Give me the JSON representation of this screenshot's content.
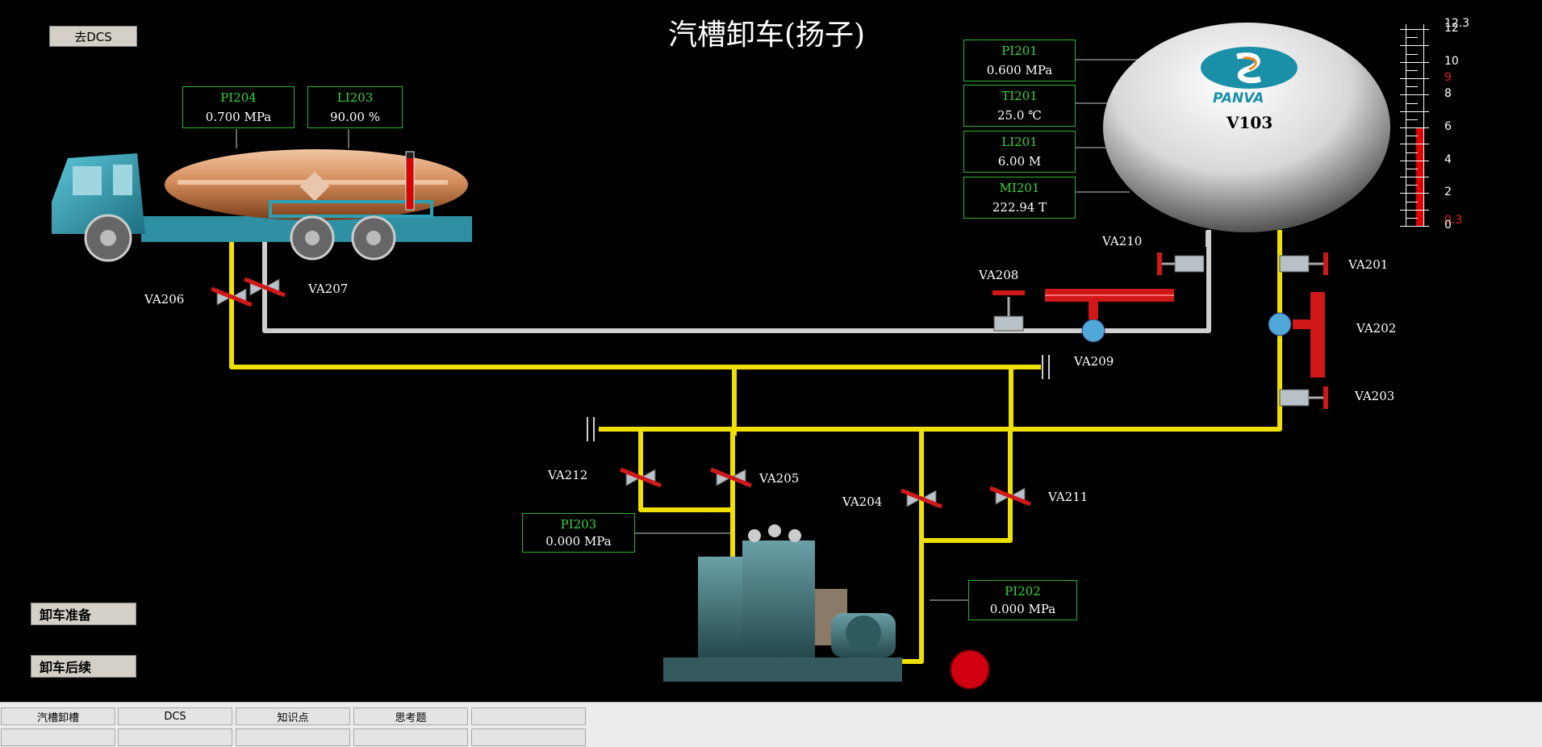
{
  "title": "汽槽卸车(扬子)",
  "buttons": {
    "go_dcs": "去DCS",
    "prepare": "卸车准备",
    "followup": "卸车后续"
  },
  "instruments": {
    "PI204": {
      "tag": "PI204",
      "value": "0.700  MPa"
    },
    "LI203": {
      "tag": "LI203",
      "value": "90.00 %"
    },
    "PI201": {
      "tag": "PI201",
      "value": "0.600 MPa"
    },
    "TI201": {
      "tag": "TI201",
      "value": "25.0  ℃"
    },
    "LI201": {
      "tag": "LI201",
      "value": "6.00   M"
    },
    "MI201": {
      "tag": "MI201",
      "value": "222.94  T"
    },
    "PI203": {
      "tag": "PI203",
      "value": "0.000 MPa"
    },
    "PI202": {
      "tag": "PI202",
      "value": "0.000 MPa"
    }
  },
  "valves": {
    "VA201": "VA201",
    "VA202": "VA202",
    "VA203": "VA203",
    "VA204": "VA204",
    "VA205": "VA205",
    "VA206": "VA206",
    "VA207": "VA207",
    "VA208": "VA208",
    "VA209": "VA209",
    "VA210": "VA210",
    "VA211": "VA211",
    "VA212": "VA212"
  },
  "tank": {
    "name": "V103",
    "logo": "PANVA"
  },
  "truck_level_percent": 90,
  "tank_level_scale": {
    "labels": [
      "12.3",
      "12",
      "10",
      "9",
      "8",
      "6",
      "4",
      "2",
      "0.3",
      "0"
    ],
    "max": 12.3,
    "min": 0,
    "high_alarm": 9,
    "low_alarm": 0.3,
    "value": 6.0
  },
  "taskbar": {
    "tabs": [
      "汽槽卸槽",
      "DCS",
      "知识点",
      "思考题",
      ""
    ]
  },
  "colors": {
    "pipe_yellow": "#f0e000",
    "pipe_white": "#cfcfcf",
    "valve_red": "#d01818",
    "tag_green": "#39d439"
  }
}
